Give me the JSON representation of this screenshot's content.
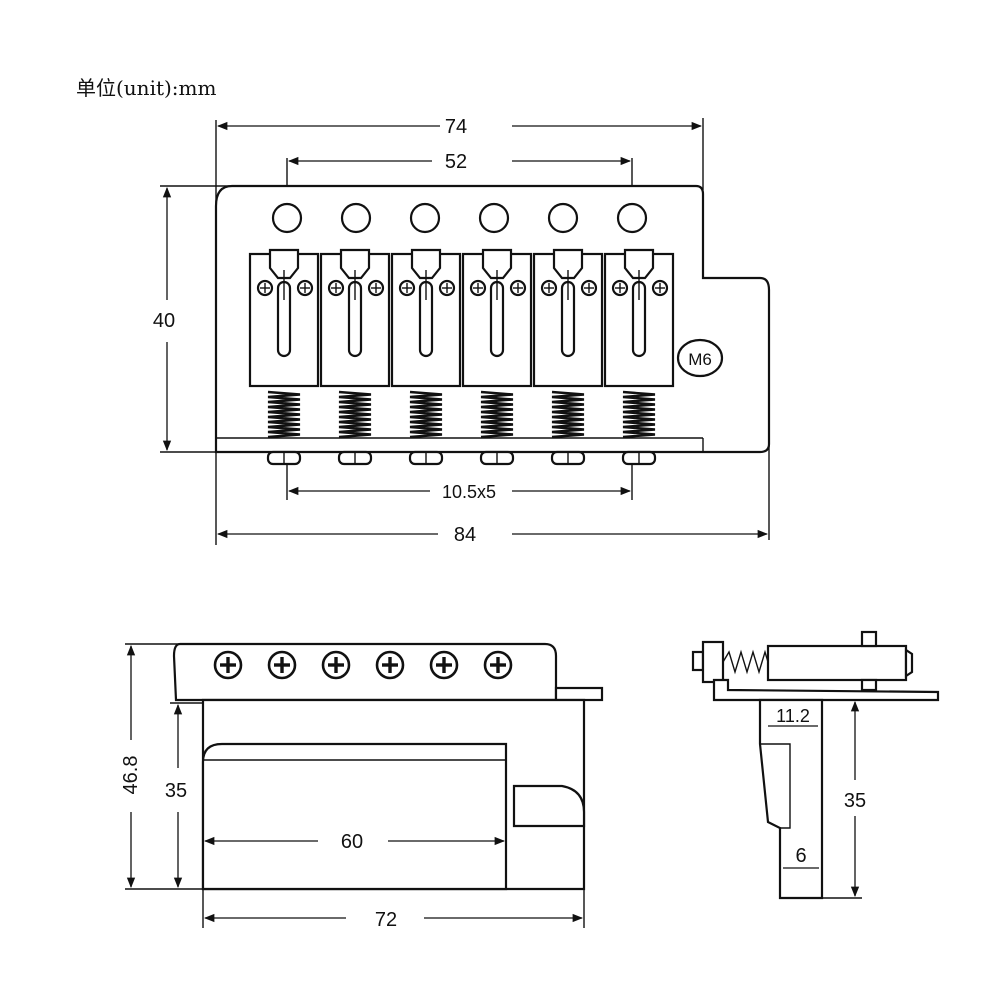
{
  "unit_label": "单位(unit):mm",
  "top_view": {
    "dimensions": {
      "width_top": "74",
      "hole_span": "52",
      "height": "40",
      "saddle_spacing": "10.5x5",
      "width_bottom": "84"
    },
    "thread_label": "M6",
    "string_holes": 6,
    "saddles": 6
  },
  "front_view": {
    "dimensions": {
      "total_height": "46.8",
      "block_height": "35",
      "block_length": "60",
      "block_total_width": "72"
    },
    "screws": 6
  },
  "side_view": {
    "dimensions": {
      "top_offset": "11.2",
      "block_height": "35",
      "block_thickness": "6"
    }
  }
}
